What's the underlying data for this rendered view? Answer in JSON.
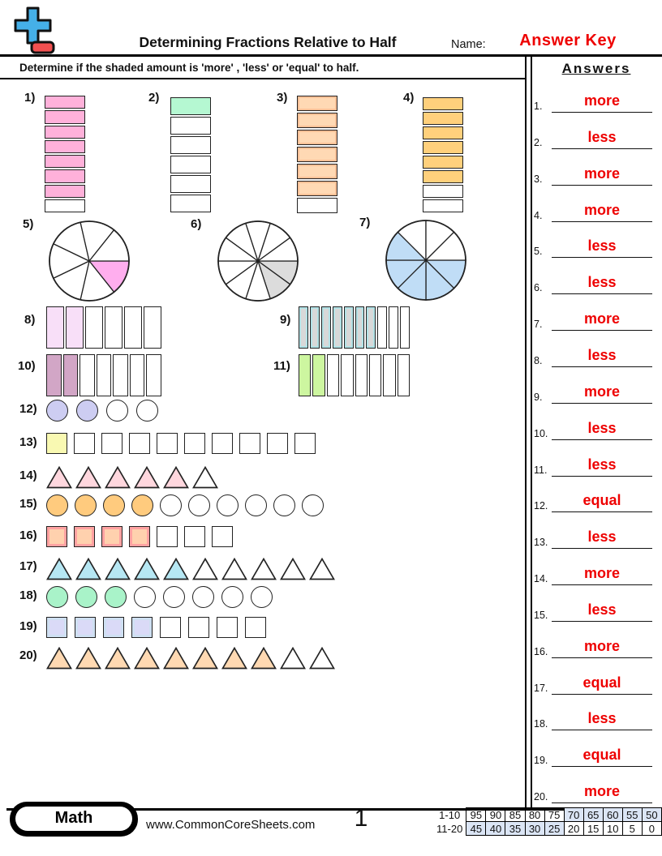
{
  "header": {
    "title": "Determining Fractions Relative to Half",
    "name_label": "Name:",
    "answer_key": "Answer Key",
    "instruction": "Determine if the shaded amount is 'more' , 'less' or 'equal' to half.",
    "logo": {
      "plus_color": "#45b0e8",
      "minus_color": "#f25050"
    },
    "accent_red": "#ee0000"
  },
  "answers": {
    "title": "Answers",
    "items": [
      {
        "num": "1.",
        "value": "more"
      },
      {
        "num": "2.",
        "value": "less"
      },
      {
        "num": "3.",
        "value": "more"
      },
      {
        "num": "4.",
        "value": "more"
      },
      {
        "num": "5.",
        "value": "less"
      },
      {
        "num": "6.",
        "value": "less"
      },
      {
        "num": "7.",
        "value": "more"
      },
      {
        "num": "8.",
        "value": "less"
      },
      {
        "num": "9.",
        "value": "more"
      },
      {
        "num": "10.",
        "value": "less"
      },
      {
        "num": "11.",
        "value": "less"
      },
      {
        "num": "12.",
        "value": "equal"
      },
      {
        "num": "13.",
        "value": "less"
      },
      {
        "num": "14.",
        "value": "more"
      },
      {
        "num": "15.",
        "value": "less"
      },
      {
        "num": "16.",
        "value": "more"
      },
      {
        "num": "17.",
        "value": "equal"
      },
      {
        "num": "18.",
        "value": "less"
      },
      {
        "num": "19.",
        "value": "equal"
      },
      {
        "num": "20.",
        "value": "more"
      }
    ]
  },
  "problems": [
    {
      "num": "1)",
      "type": "vbar",
      "segments": 8,
      "shaded": 7,
      "fill": "#ffb1da"
    },
    {
      "num": "2)",
      "type": "vbar",
      "segments": 6,
      "shaded": 1,
      "fill": "#b5f8d2"
    },
    {
      "num": "3)",
      "type": "vbar",
      "segments": 7,
      "shaded": 6,
      "fill": "#ffd9b4",
      "inner": "#ffc096"
    },
    {
      "num": "4)",
      "type": "vbar",
      "segments": 8,
      "shaded": 6,
      "fill": "#ffd07c"
    },
    {
      "num": "5)",
      "type": "pie",
      "slices": 7,
      "shaded_slices": [
        0
      ],
      "fill": "#ffaeee"
    },
    {
      "num": "6)",
      "type": "pie",
      "slices": 10,
      "shaded_slices": [
        0,
        1
      ],
      "fill": "#dcdcdc"
    },
    {
      "num": "7)",
      "type": "pie",
      "slices": 8,
      "shaded_slices": [
        0,
        1,
        2,
        3,
        4
      ],
      "fill": "#c0ddf6"
    },
    {
      "num": "8)",
      "type": "hbar",
      "segments": 6,
      "shaded": 2,
      "fill": "#f8dff8"
    },
    {
      "num": "9)",
      "type": "hbar",
      "segments": 10,
      "shaded": 7,
      "fill": "#d8d8d8",
      "inner": "#b2e2e6"
    },
    {
      "num": "10)",
      "type": "hbar",
      "segments": 7,
      "shaded": 2,
      "fill": "#d2a6c6"
    },
    {
      "num": "11)",
      "type": "hbar",
      "segments": 8,
      "shaded": 2,
      "fill": "#cdf6a0"
    },
    {
      "num": "12)",
      "type": "shapes",
      "shape": "circle",
      "count": 4,
      "shaded": 2,
      "fill": "#cdcdf2"
    },
    {
      "num": "13)",
      "type": "shapes",
      "shape": "square",
      "count": 10,
      "shaded": 1,
      "fill": "#f9f9b2"
    },
    {
      "num": "14)",
      "type": "shapes",
      "shape": "triangle",
      "count": 6,
      "shaded": 5,
      "fill": "#ffd7de"
    },
    {
      "num": "15)",
      "type": "shapes",
      "shape": "circle",
      "count": 10,
      "shaded": 4,
      "fill": "#ffcb7e"
    },
    {
      "num": "16)",
      "type": "shapes",
      "shape": "square",
      "count": 7,
      "shaded": 4,
      "fill": "#ffd1ae",
      "inner": "#ffa2a2"
    },
    {
      "num": "17)",
      "type": "shapes",
      "shape": "triangle",
      "count": 10,
      "shaded": 5,
      "fill": "#b6e7f3"
    },
    {
      "num": "18)",
      "type": "shapes",
      "shape": "circle",
      "count": 8,
      "shaded": 3,
      "fill": "#a9f3c9"
    },
    {
      "num": "19)",
      "type": "shapes",
      "shape": "square",
      "count": 8,
      "shaded": 4,
      "fill": "#dadaf7",
      "inner": "#cfe0f2"
    },
    {
      "num": "20)",
      "type": "shapes",
      "shape": "triangle",
      "count": 10,
      "shaded": 8,
      "fill": "#ffd9b2"
    }
  ],
  "footer": {
    "subject": "Math",
    "website": "www.CommonCoreSheets.com",
    "page_number": "1",
    "grade_table": {
      "row_labels": [
        "1-10",
        "11-20"
      ],
      "rows": [
        [
          "95",
          "90",
          "85",
          "80",
          "75",
          "70",
          "65",
          "60",
          "55",
          "50"
        ],
        [
          "45",
          "40",
          "35",
          "30",
          "25",
          "20",
          "15",
          "10",
          "5",
          "0"
        ]
      ],
      "highlighted": [
        [
          5,
          6,
          7,
          8,
          9
        ],
        [
          0,
          1,
          2,
          3,
          4
        ]
      ],
      "highlight_color": "#dbe5f5"
    }
  }
}
